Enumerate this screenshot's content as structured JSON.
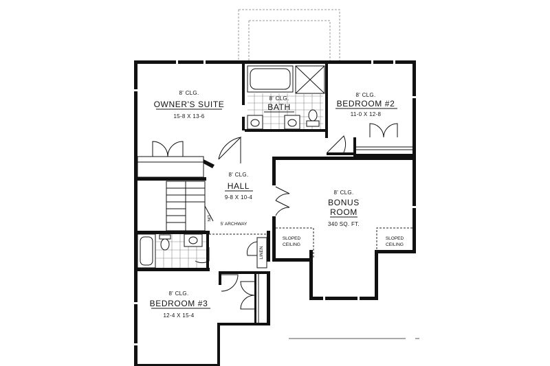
{
  "rooms": {
    "owners_suite": {
      "clg": "8' CLG.",
      "name": "OWNER'S SUITE",
      "dims": "15-8 X 13-6"
    },
    "bath": {
      "clg": "8' CLG.",
      "name": "BATH"
    },
    "bedroom2": {
      "clg": "8' CLG.",
      "name": "BEDROOM #2",
      "dims": "11-0 X 12-8"
    },
    "hall": {
      "clg": "8' CLG.",
      "name": "HALL",
      "dims": "9-8 X 10-4"
    },
    "bonus_room": {
      "clg": "8' CLG.",
      "name_line1": "BONUS",
      "name_line2": "ROOM",
      "area": "340 SQ. FT."
    },
    "bedroom3": {
      "clg": "8' CLG.",
      "name": "BEDROOM #3",
      "dims": "12-4 X 15-4"
    }
  },
  "notes": {
    "archway": "5' ARCHWAY",
    "stair_dn": "DN",
    "linen": "LINEN",
    "sloped_left_1": "SLOPED",
    "sloped_left_2": "CEILING",
    "sloped_right_1": "SLOPED",
    "sloped_right_2": "CEILING"
  }
}
